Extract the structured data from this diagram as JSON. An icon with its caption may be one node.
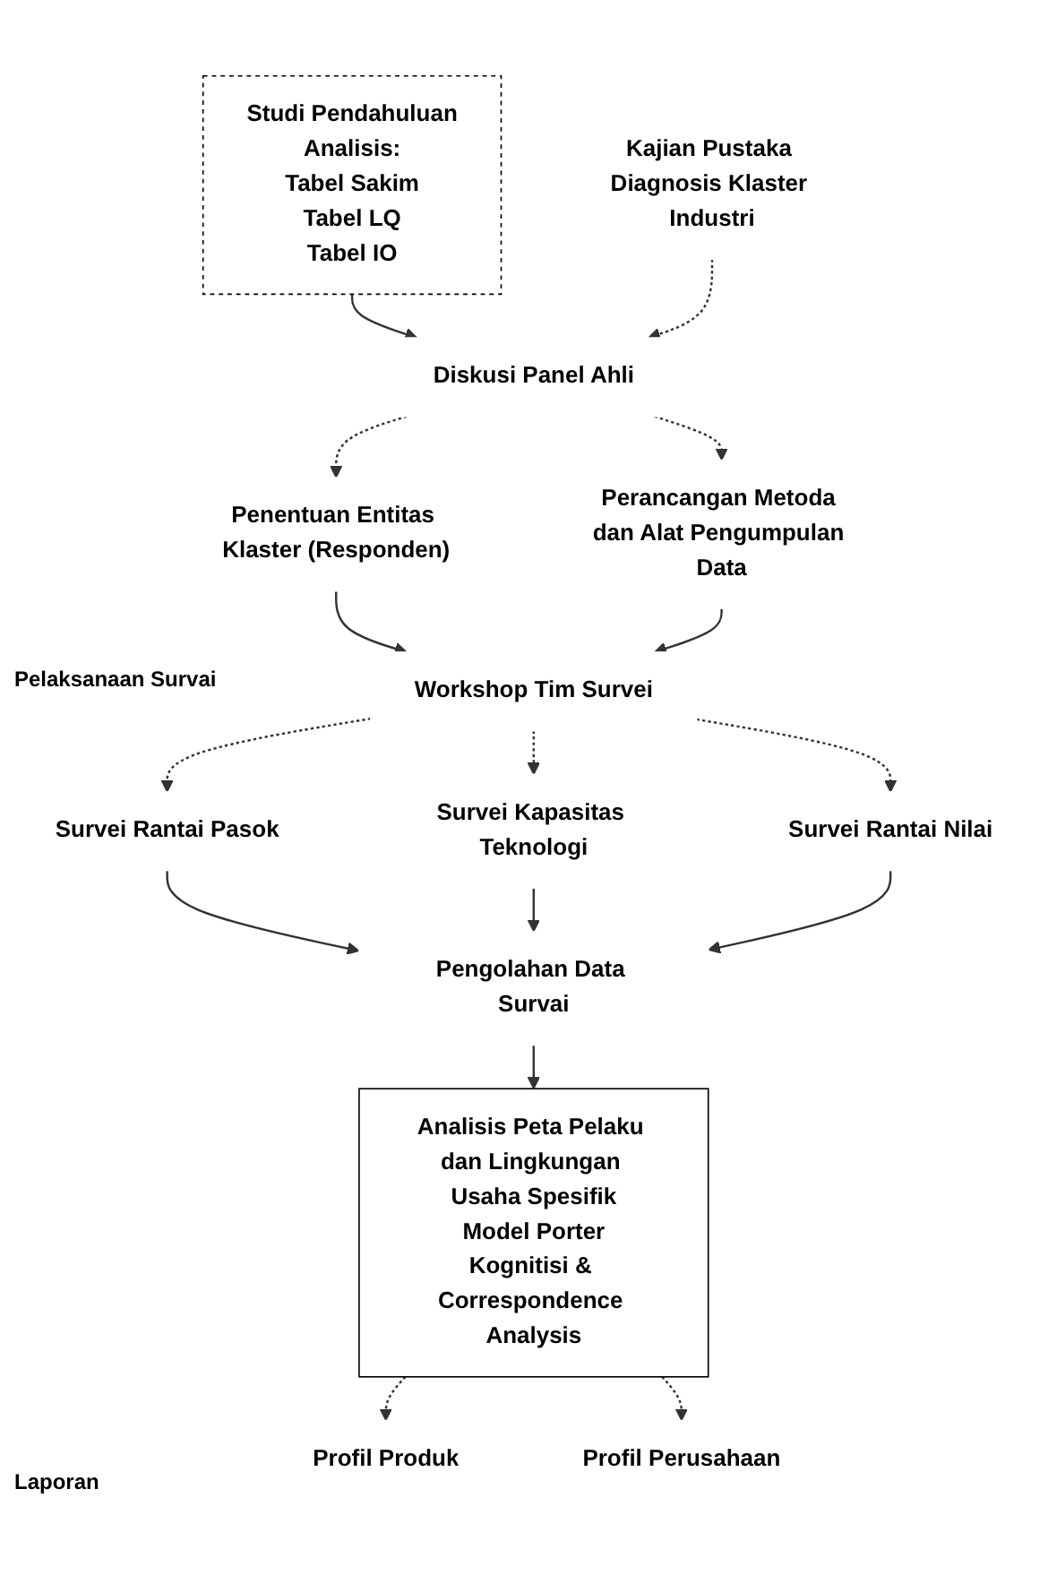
{
  "diagram": {
    "nodes": [
      {
        "text": [
          "Studi Pendahuluan",
          "Analisis:",
          "Tabel Sakim",
          "Tabel LQ",
          "Tabel IO"
        ]
      },
      {
        "text": [
          "Kajian Pustaka Diagnosis Klaster Industri"
        ]
      },
      {
        "text": [
          "Diskusi Panel Ahli"
        ]
      },
      {
        "text": [
          "Penentuan Entitas Klaster (Responden)"
        ]
      },
      {
        "text": [
          "Perancangan Metoda dan Alat Pengumpulan Data"
        ]
      },
      {
        "text": [
          "Workshop Tim Survei"
        ]
      },
      {
        "text": [
          "Survei Rantai Pasok"
        ]
      },
      {
        "text": [
          "Survei Kapasitas Teknologi"
        ]
      },
      {
        "text": [
          "Survei Rantai Nilai"
        ]
      },
      {
        "text": [
          "Pengolahan Data Survai"
        ]
      },
      {
        "text": [
          "Analisis Peta Pelaku dan Lingkungan Usaha Spesifik",
          "Model Porter",
          "Kognitisi & Correspondence Analysis"
        ]
      },
      {
        "text": [
          "Profil Produk"
        ]
      },
      {
        "text": [
          "Profil Perusahaan"
        ]
      }
    ],
    "edges": [
      {
        "from": 0,
        "to": 2,
        "arrow": "to"
      },
      {
        "from": 1,
        "to": 2,
        "arrow": "to",
        "style": "dashed"
      },
      {
        "from": 2,
        "to": 3,
        "arrow": "to",
        "style": "dashed"
      },
      {
        "from": 2,
        "to": 4,
        "arrow": "to",
        "style": "dashed"
      },
      {
        "from": 3,
        "to": 5,
        "arrow": "to"
      },
      {
        "from": 4,
        "to": 5,
        "arrow": "to"
      },
      {
        "from": 5,
        "to": 6,
        "arrow": "to",
        "style": "dashed"
      },
      {
        "from": 5,
        "to": 7,
        "arrow": "to",
        "style": "dashed"
      },
      {
        "from": 5,
        "to": 8,
        "arrow": "to",
        "style": "dashed"
      },
      {
        "from": 6,
        "to": 9,
        "arrow": "to"
      },
      {
        "from": 7,
        "to": 9,
        "arrow": "to"
      },
      {
        "from": 8,
        "to": 9,
        "arrow": "to"
      },
      {
        "from": 9,
        "to": 10,
        "arrow": "to"
      },
      {
        "from": 10,
        "to": 11,
        "arrow": "to",
        "style": "dashed"
      },
      {
        "from": 10,
        "to": 12,
        "arrow": "to",
        "style": "dashed"
      }
    ],
    "labels": [
      "Pelaksanaan Survai",
      "Laporan"
    ]
  }
}
